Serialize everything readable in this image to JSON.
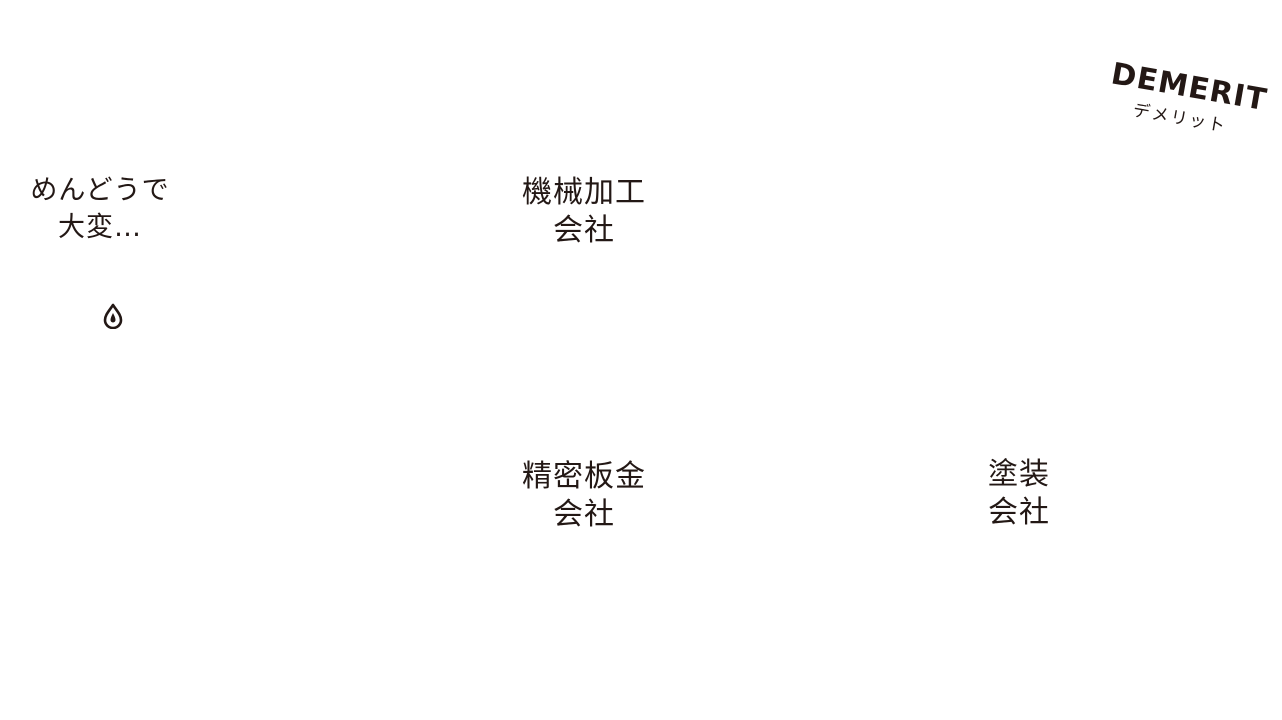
{
  "badge": {
    "title": "DEMERIT",
    "subtitle": "デメリット"
  },
  "worry": {
    "line1": "めんどうで",
    "line2": "大変…",
    "icon": "sweat-drop-icon"
  },
  "companies": {
    "machining": {
      "line1": "機械加工",
      "line2": "会社"
    },
    "sheetmetal": {
      "line1": "精密板金",
      "line2": "会社"
    },
    "painting": {
      "line1": "塗装",
      "line2": "会社"
    }
  },
  "colors": {
    "text": "#231815",
    "background": "#ffffff"
  }
}
